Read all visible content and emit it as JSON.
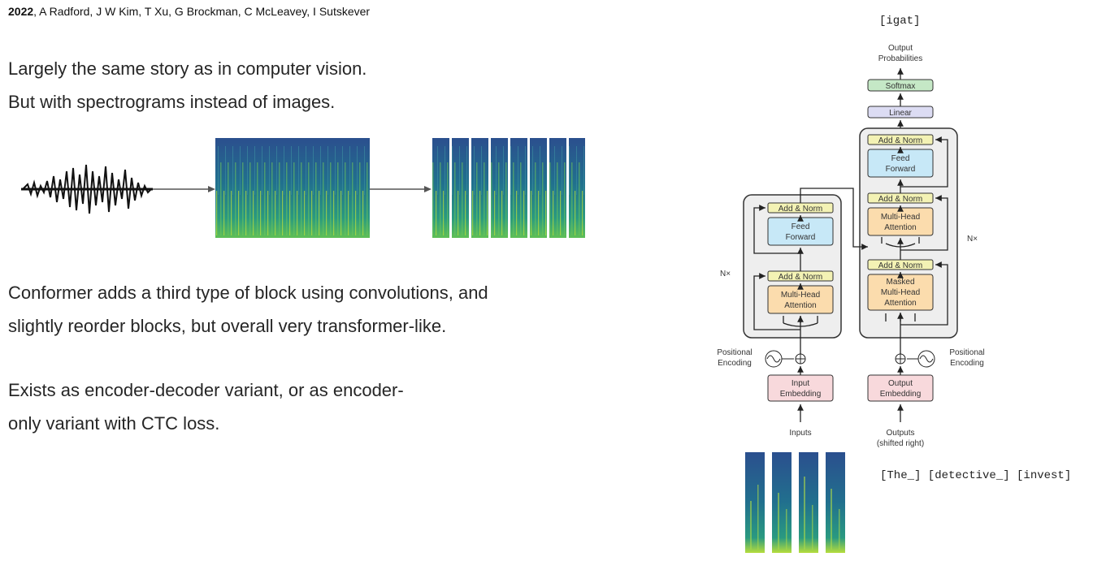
{
  "citation": {
    "year": "2022",
    "authors": ", A Radford, J W Kim, T Xu, G Brockman, C McLeavey, I Sutskever"
  },
  "paragraphs": [
    {
      "lines": [
        "Largely the same story as in computer vision.",
        "But with spectrograms instead of images."
      ]
    },
    {
      "lines": [
        "Conformer adds a third type of block using convolutions, and",
        "slightly reorder blocks, but overall very transformer-like."
      ]
    },
    {
      "lines": [
        "Exists as encoder-decoder variant, or as encoder-",
        "only variant with CTC loss."
      ]
    }
  ],
  "tokens": {
    "top": "[igat]",
    "bottom": "[The_] [detective_] [invest]"
  },
  "diagram": {
    "output_probabilities": [
      "Output",
      "Probabilities"
    ],
    "softmax": "Softmax",
    "linear": "Linear",
    "add_norm": "Add & Norm",
    "feed_forward": [
      "Feed",
      "Forward"
    ],
    "multi_head_attention": [
      "Multi-Head",
      "Attention"
    ],
    "masked_multi_head_attention": [
      "Masked",
      "Multi-Head",
      "Attention"
    ],
    "nx": "N×",
    "positional_encoding": [
      "Positional",
      "Encoding"
    ],
    "input_embedding": [
      "Input",
      "Embedding"
    ],
    "output_embedding": [
      "Output",
      "Embedding"
    ],
    "inputs": "Inputs",
    "outputs": [
      "Outputs",
      "(shifted right)"
    ]
  },
  "colors": {
    "add_norm": "#f3f2b4",
    "feed_forward": "#c7e8f7",
    "attention": "#fbdcad",
    "embedding": "#f8d9dc",
    "softmax": "#c5e8c6",
    "linear": "#dcdcf3",
    "block_bg": "#eeeeee",
    "spectrogram_dark": "#2b4f8e",
    "spectrogram_light": "#c8e33b"
  }
}
